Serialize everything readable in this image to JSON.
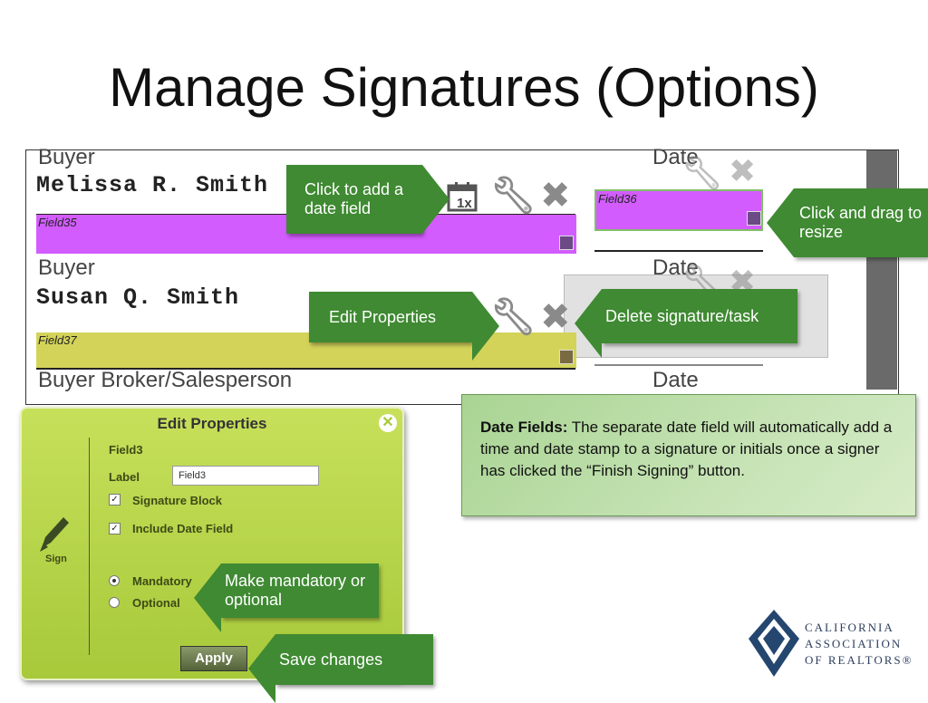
{
  "slide": {
    "title": "Manage Signatures (Options)"
  },
  "form": {
    "row1_label_left": "Buyer",
    "row1_label_right": "Date",
    "row1_name": "Melissa R. Smith",
    "field35": "Field35",
    "field36": "Field36",
    "row2_label_left": "Buyer",
    "row2_label_right": "Date",
    "row2_name": "Susan Q. Smith",
    "field37": "Field37",
    "row3_label_left": "Buyer Broker/Salesperson",
    "row3_label_right": "Date",
    "colors": {
      "field_purple": "#d35cff",
      "field_yellow": "#d3d35a",
      "handle": "#6b4a85"
    }
  },
  "callouts": {
    "add_date": "Click to add a date field",
    "resize": "Click and drag to resize",
    "edit_properties": "Edit Properties",
    "delete": "Delete signature/task",
    "mandatory": "Make mandatory or optional",
    "save": "Save changes"
  },
  "edit_panel": {
    "title": "Edit Properties",
    "field_name": "Field3",
    "label_caption": "Label",
    "label_value": "Field3",
    "signature_block": "Signature Block",
    "signature_block_checked": true,
    "include_date": "Include Date Field",
    "include_date_checked": true,
    "mandatory": "Mandatory",
    "optional": "Optional",
    "selected": "Mandatory",
    "sign_label": "Sign",
    "apply": "Apply"
  },
  "note": {
    "heading": "Date Fields:",
    "body": " The separate date field will automatically add a time and date stamp to a signature or initials once a signer has clicked the “Finish Signing” button."
  },
  "logo": {
    "line1": "CALIFORNIA",
    "line2": "ASSOCIATION",
    "line3": "OF REALTORS®"
  },
  "icons": [
    "calendar-add-icon",
    "wrench-icon",
    "delete-x-icon",
    "pen-icon",
    "close-icon"
  ]
}
